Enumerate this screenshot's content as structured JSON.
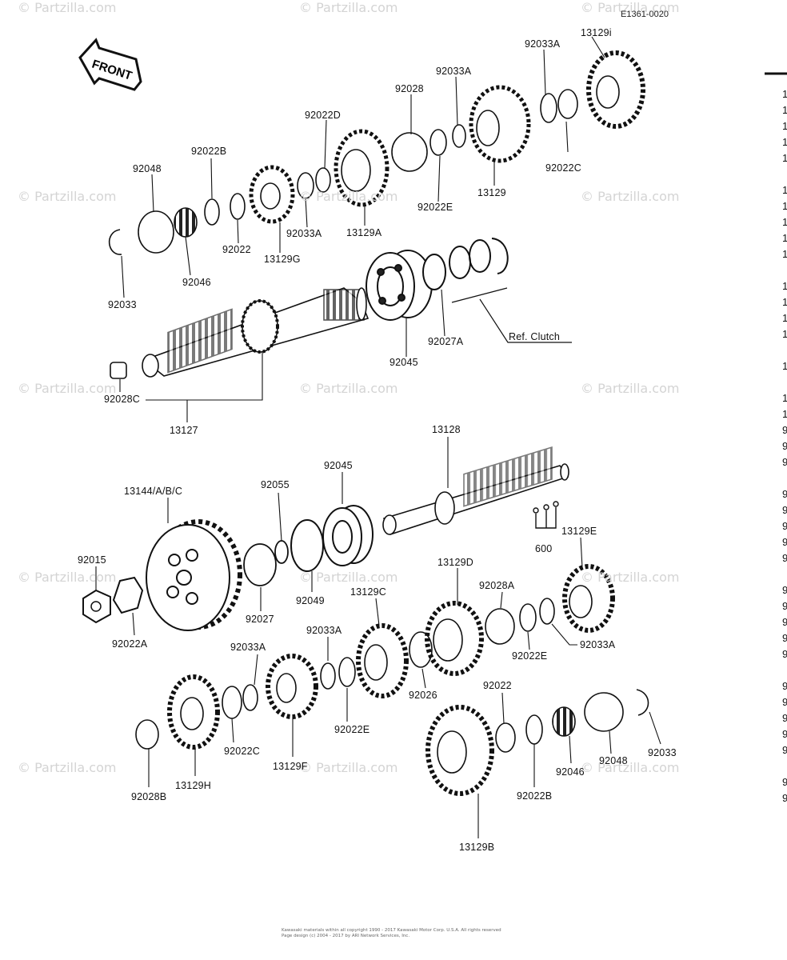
{
  "diagram_code": "E1361-0020",
  "front_label": "FRONT",
  "ref_label": "Ref. Clutch",
  "watermark": "© Partzilla.com",
  "footer": {
    "line1": "Kawasaki materials within all copyright 1990 - 2017 Kawasaki Motor Corp. U.S.A. All rights reserved",
    "line2": "Page design (c) 2004 - 2017 by ARI Network Services, Inc."
  },
  "parts": {
    "p13129i": "13129i",
    "p92033A_top": "92033A",
    "p92033A_mid": "92033A",
    "p92028": "92028",
    "p92022D": "92022D",
    "p92022B_top": "92022B",
    "p92048_top": "92048",
    "p92022C_top": "92022C",
    "p13129": "13129",
    "p92022E_top": "92022E",
    "p13129A": "13129A",
    "p92033A_left": "92033A",
    "p92022": "92022",
    "p13129G": "13129G",
    "p92046_top": "92046",
    "p92033_top": "92033",
    "p92027A": "92027A",
    "p92045_top": "92045",
    "p92028C": "92028C",
    "p13127": "13127",
    "p13128": "13128",
    "p92045_mid": "92045",
    "p92055": "92055",
    "p13144": "13144/A/B/C",
    "p92015": "92015",
    "p92022A": "92022A",
    "p92027": "92027",
    "p92049": "92049",
    "p600": "600",
    "p13129E": "13129E",
    "p13129D": "13129D",
    "p92028A": "92028A",
    "p13129C": "13129C",
    "p92033A_low": "92033A",
    "p92033A_right": "92033A",
    "p92033A_lower_left": "92033A",
    "p92022E_right": "92022E",
    "p92026": "92026",
    "p92022E_low": "92022E",
    "p92022_low": "92022",
    "p92022C_low": "92022C",
    "p13129F": "13129F",
    "p13129H": "13129H",
    "p92028B": "92028B",
    "p13129B": "13129B",
    "p92022B_low": "92022B",
    "p92046_low": "92046",
    "p92048_low": "92048",
    "p92033_low": "92033"
  },
  "edge_marks": [
    "1",
    "1",
    "1",
    "1",
    "1",
    "1",
    "1",
    "1",
    "1",
    "1",
    "1",
    "1",
    "1",
    "1",
    "1",
    "1",
    "1",
    "9",
    "9",
    "9",
    "9",
    "9",
    "9",
    "9",
    "9",
    "9",
    "9",
    "9",
    "9",
    "9",
    "9",
    "9",
    "9",
    "9",
    "9",
    "9",
    "9"
  ]
}
